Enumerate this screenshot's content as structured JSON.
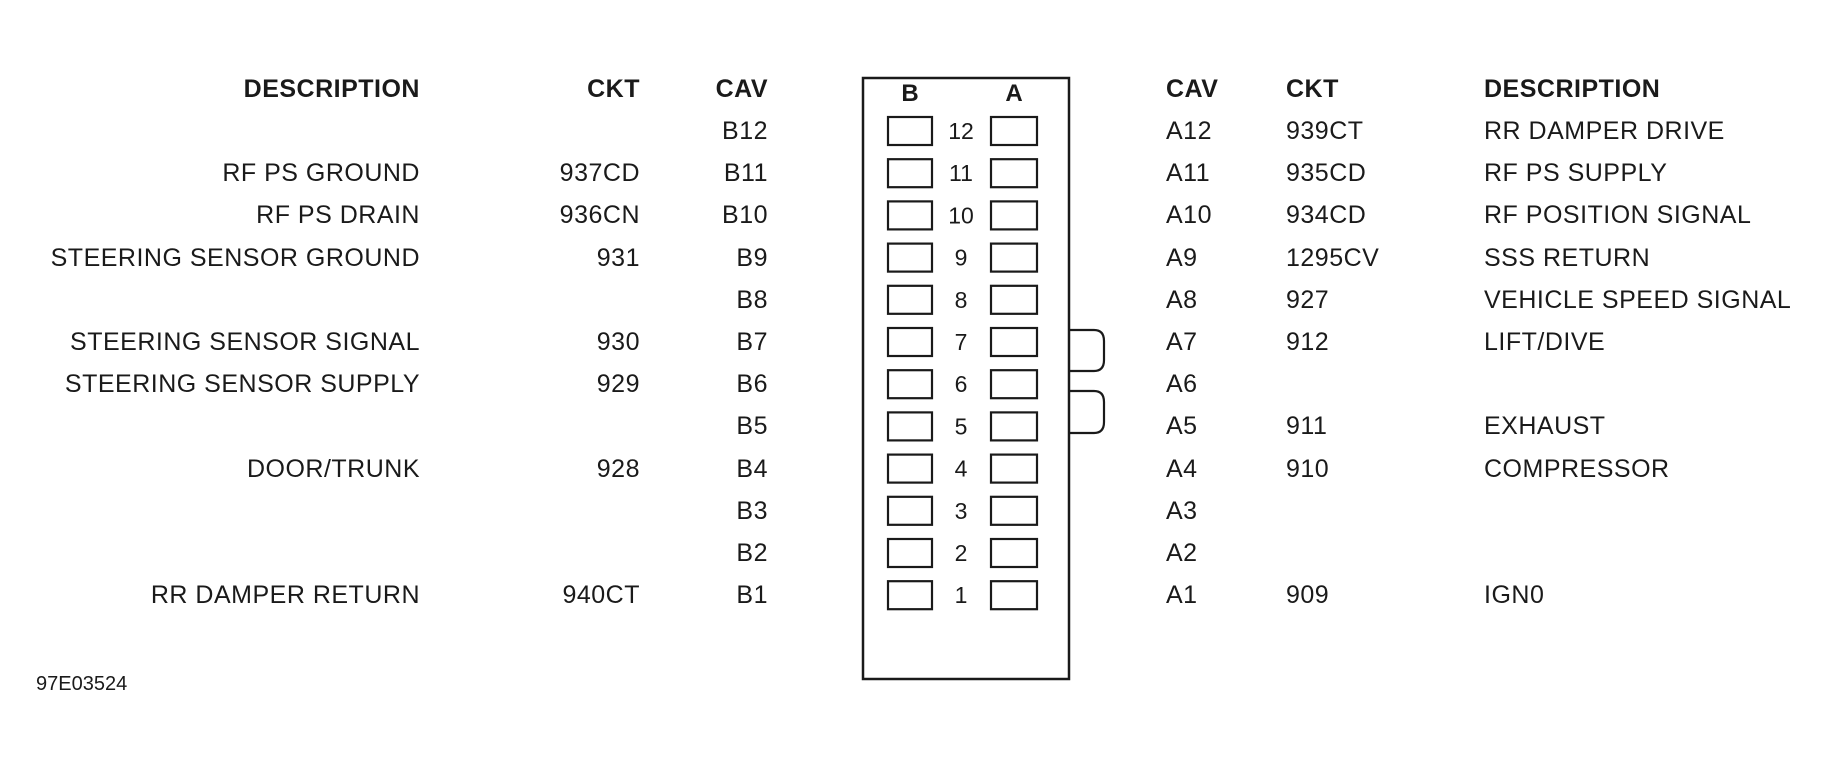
{
  "headers": {
    "left": {
      "description": "DESCRIPTION",
      "ckt": "CKT",
      "cav": "CAV"
    },
    "right": {
      "cav": "CAV",
      "ckt": "CKT",
      "description": "DESCRIPTION"
    }
  },
  "connector": {
    "col_b_label": "B",
    "col_a_label": "A"
  },
  "rows": [
    {
      "pin": "12",
      "b_description": "",
      "b_ckt": "",
      "b_cav": "B12",
      "a_cav": "A12",
      "a_ckt": "939CT",
      "a_description": "RR DAMPER DRIVE"
    },
    {
      "pin": "11",
      "b_description": "RF PS GROUND",
      "b_ckt": "937CD",
      "b_cav": "B11",
      "a_cav": "A11",
      "a_ckt": "935CD",
      "a_description": "RF PS SUPPLY"
    },
    {
      "pin": "10",
      "b_description": "RF PS DRAIN",
      "b_ckt": "936CN",
      "b_cav": "B10",
      "a_cav": "A10",
      "a_ckt": "934CD",
      "a_description": "RF POSITION SIGNAL"
    },
    {
      "pin": "9",
      "b_description": "STEERING SENSOR GROUND",
      "b_ckt": "931",
      "b_cav": "B9",
      "a_cav": "A9",
      "a_ckt": "1295CV",
      "a_description": "SSS RETURN"
    },
    {
      "pin": "8",
      "b_description": "",
      "b_ckt": "",
      "b_cav": "B8",
      "a_cav": "A8",
      "a_ckt": "927",
      "a_description": "VEHICLE SPEED SIGNAL"
    },
    {
      "pin": "7",
      "b_description": "STEERING SENSOR SIGNAL",
      "b_ckt": "930",
      "b_cav": "B7",
      "a_cav": "A7",
      "a_ckt": "912",
      "a_description": "LIFT/DIVE"
    },
    {
      "pin": "6",
      "b_description": "STEERING SENSOR SUPPLY",
      "b_ckt": "929",
      "b_cav": "B6",
      "a_cav": "A6",
      "a_ckt": "",
      "a_description": ""
    },
    {
      "pin": "5",
      "b_description": "",
      "b_ckt": "",
      "b_cav": "B5",
      "a_cav": "A5",
      "a_ckt": "911",
      "a_description": "EXHAUST"
    },
    {
      "pin": "4",
      "b_description": "DOOR/TRUNK",
      "b_ckt": "928",
      "b_cav": "B4",
      "a_cav": "A4",
      "a_ckt": "910",
      "a_description": "COMPRESSOR"
    },
    {
      "pin": "3",
      "b_description": "",
      "b_ckt": "",
      "b_cav": "B3",
      "a_cav": "A3",
      "a_ckt": "",
      "a_description": ""
    },
    {
      "pin": "2",
      "b_description": "",
      "b_ckt": "",
      "b_cav": "B2",
      "a_cav": "A2",
      "a_ckt": "",
      "a_description": ""
    },
    {
      "pin": "1",
      "b_description": "RR DAMPER RETURN",
      "b_ckt": "940CT",
      "b_cav": "B1",
      "a_cav": "A1",
      "a_ckt": "909",
      "a_description": "IGN0"
    }
  ],
  "figure_id": "97E03524"
}
